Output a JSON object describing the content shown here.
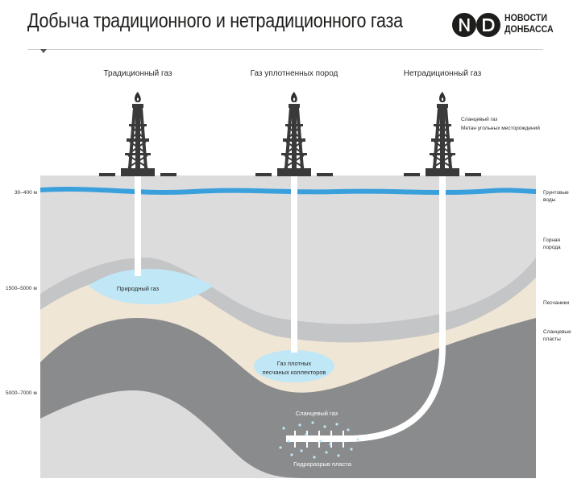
{
  "title": "Добыча традиционного и нетрадиционного газа",
  "logo": {
    "line1": "НОВОСТИ",
    "line2": "ДОНБАССА"
  },
  "columns": {
    "traditional": "Традиционный газ",
    "tight": "Газ уплотненных пород",
    "unconventional": "Нетрадиционный газ"
  },
  "unconventional_types": [
    "Сланцевый газ",
    "Метан угольных месторождений"
  ],
  "depths": {
    "groundwater": "30–400 м",
    "middle": "1500–5000 м",
    "deep": "5000–7000 м"
  },
  "layers": {
    "groundwater": [
      "Грунтовые",
      "воды"
    ],
    "rock": [
      "Горная",
      "порода"
    ],
    "sandstone": "Песчаники",
    "shale": [
      "Сланцевые",
      "пласты"
    ]
  },
  "reservoirs": {
    "natural_gas": "Природный газ",
    "tight_gas": [
      "Газ плотных",
      "песчаных коллекторов"
    ],
    "shale_gas": "Сланцевый газ",
    "fracturing": "Гидроразрыв пласта"
  },
  "colors": {
    "rock": "#dcdcdd",
    "rock_band": "#c4c5c7",
    "sandstone": "#f0e6d6",
    "shale": "#8a8b8d",
    "water": "#3aa0dc",
    "gas": "#bfe7f6",
    "rig": "#3a3a3a"
  },
  "icons": [
    "rig-icon",
    "flame-icon",
    "logo-nd-icon"
  ]
}
